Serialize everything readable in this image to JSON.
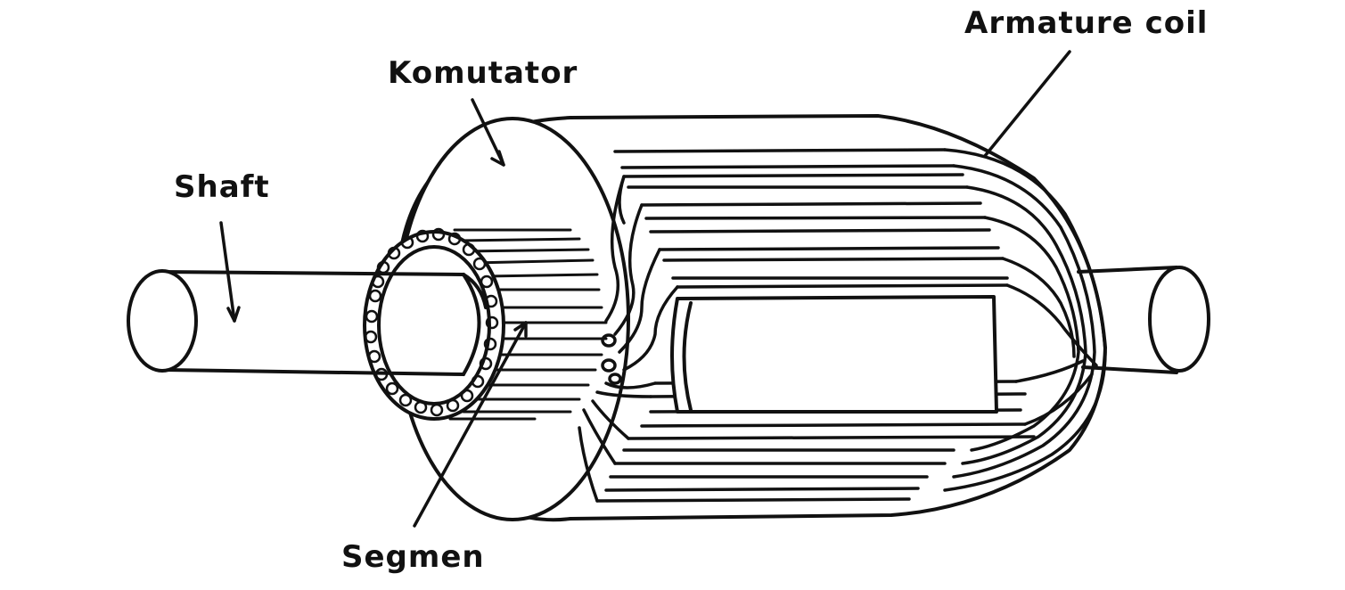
{
  "labels": {
    "armature_coil": "Armature coil",
    "komutator": "Komutator",
    "shaft": "Shaft",
    "segmen": "Segmen"
  },
  "colors": {
    "ink": "#111111",
    "background": "#ffffff"
  }
}
